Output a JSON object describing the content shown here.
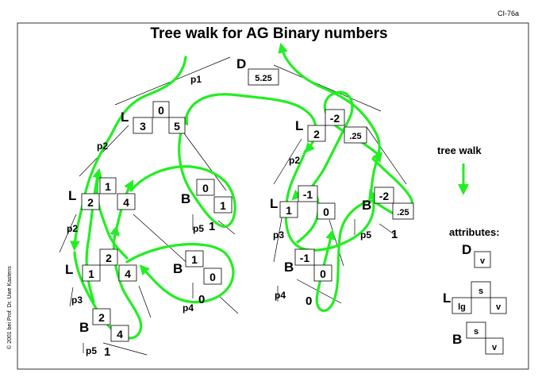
{
  "slide_id": "CI-76a",
  "title": "Tree walk for AG Binary numbers",
  "copyright": "© 2001 bei Prof. Dr. Uwe Kastens",
  "legend": {
    "tree_walk_label": "tree walk",
    "attributes_label": "attributes:",
    "d_symbol": "D",
    "d_attr": "v",
    "l_symbol": "L",
    "l_attrs": [
      "s",
      "lg",
      "v"
    ],
    "b_symbol": "B",
    "b_attrs": [
      "s",
      "v"
    ]
  },
  "tree": {
    "root": {
      "symbol": "D",
      "v": "5.25",
      "production": "p1"
    },
    "left_L1": {
      "symbol": "L",
      "lg": "3",
      "s": "0",
      "v": "5",
      "production": "p2"
    },
    "left_L2": {
      "symbol": "L",
      "lg": "2",
      "s": "1",
      "v": "4",
      "production": "p2"
    },
    "left_L3": {
      "symbol": "L",
      "lg": "1",
      "s": "2",
      "v": "4",
      "production": "p3"
    },
    "left_B_bottom": {
      "symbol": "B",
      "s": "2",
      "v": "4",
      "production": "p5",
      "leaf": "1"
    },
    "left_B_mid": {
      "symbol": "B",
      "s": "1",
      "v": "0",
      "production": "p4",
      "leaf": "0"
    },
    "left_B_top": {
      "symbol": "B",
      "s": "0",
      "v": "1",
      "production": "p5",
      "leaf": "1"
    },
    "right_L1": {
      "symbol": "L",
      "lg": "2",
      "s": "-2",
      "v": ".25",
      "production": "p2"
    },
    "right_L2": {
      "symbol": "L",
      "lg": "1",
      "s": "-1",
      "v": "0",
      "production": "p3"
    },
    "right_B_left": {
      "symbol": "B",
      "s": "-1",
      "v": "0",
      "production": "p4",
      "leaf": "0"
    },
    "right_B_right": {
      "symbol": "B",
      "s": "-2",
      "v": ".25",
      "production": "p5",
      "leaf": "1"
    }
  }
}
